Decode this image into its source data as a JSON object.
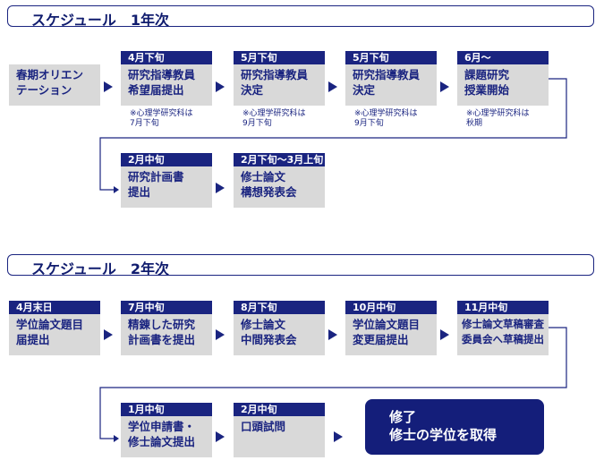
{
  "colors": {
    "navy": "#1a2480",
    "box_gray": "#d9d9d9",
    "final_bg": "#141e7a"
  },
  "year1": {
    "header": "スケジュール　1年次",
    "start": {
      "lines": [
        "春期オリエン",
        "テーション"
      ]
    },
    "row1": [
      {
        "tag": "4月下旬",
        "lines": [
          "研究指導教員",
          "希望届提出"
        ],
        "note": [
          "※心理学研究科は",
          "7月下旬"
        ]
      },
      {
        "tag": "5月下旬",
        "lines": [
          "研究指導教員",
          "決定"
        ],
        "note": [
          "※心理学研究科は",
          "9月下旬"
        ]
      },
      {
        "tag": "5月下旬",
        "lines": [
          "研究指導教員",
          "決定"
        ],
        "note": [
          "※心理学研究科は",
          "9月下旬"
        ]
      },
      {
        "tag": "6月～",
        "lines": [
          "課題研究",
          "授業開始"
        ],
        "note": [
          "※心理学研究科は",
          "秋期"
        ]
      }
    ],
    "row2": [
      {
        "tag": "2月中旬",
        "lines": [
          "研究計画書",
          "提出"
        ]
      },
      {
        "tag": "2月下旬～3月上旬",
        "lines": [
          "修士論文",
          "構想発表会"
        ]
      }
    ]
  },
  "year2": {
    "header": "スケジュール　2年次",
    "row1": [
      {
        "tag": "4月末日",
        "lines": [
          "学位論文題目",
          "届提出"
        ]
      },
      {
        "tag": "7月中旬",
        "lines": [
          "精錬した研究",
          "計画書を提出"
        ]
      },
      {
        "tag": "8月下旬",
        "lines": [
          "修士論文",
          "中間発表会"
        ]
      },
      {
        "tag": "10月中旬",
        "lines": [
          "学位論文題目",
          "変更届提出"
        ]
      },
      {
        "tag": "11月中旬",
        "lines": [
          "修士論文草稿審査",
          "委員会へ草稿提出"
        ]
      }
    ],
    "row2": [
      {
        "tag": "1月中旬",
        "lines": [
          "学位申請書・",
          "修士論文提出"
        ]
      },
      {
        "tag": "2月中旬",
        "lines": [
          "口頭試問"
        ]
      }
    ],
    "final": {
      "lines": [
        "修了",
        "修士の学位を取得"
      ]
    }
  }
}
